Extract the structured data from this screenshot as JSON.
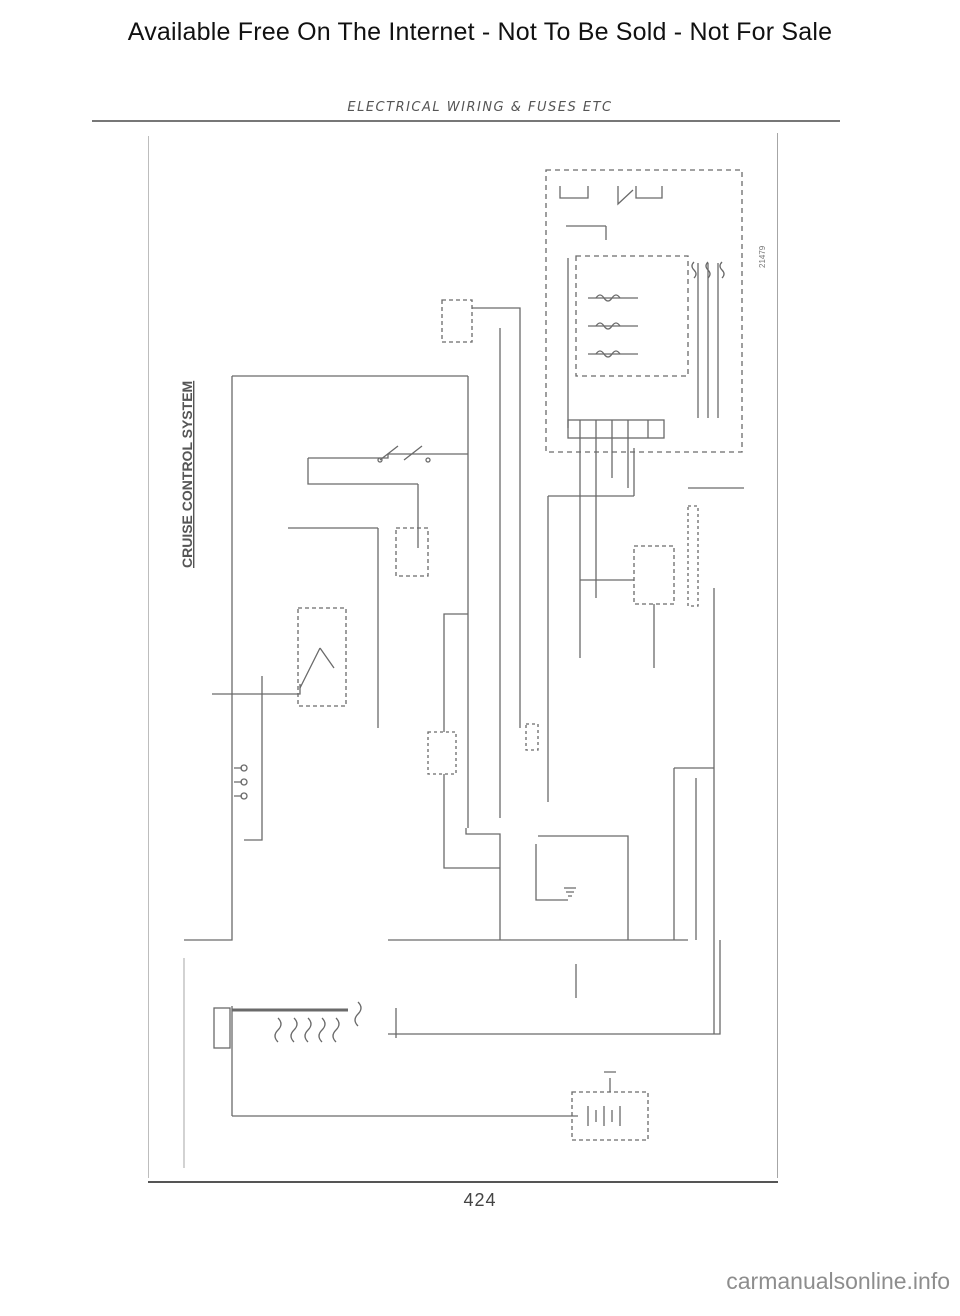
{
  "banner": "Available Free On The Internet - Not To Be Sold - Not For Sale",
  "section_header": "ELECTRICAL WIRING & FUSES ETC",
  "diagram": {
    "title": "CRUISE CONTROL SYSTEM",
    "figure_code": "21479"
  },
  "page_number": "424",
  "watermark": "carmanualsonline.info"
}
